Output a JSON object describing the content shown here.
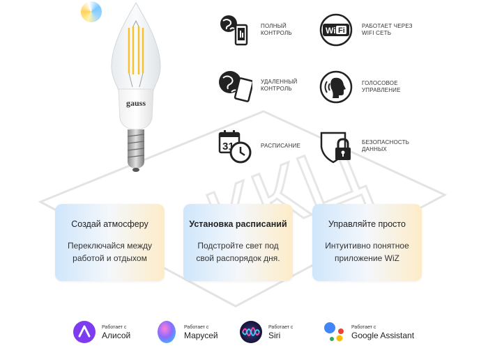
{
  "bulb": {
    "brand": "gauss"
  },
  "features": [
    {
      "icon": "globe-phone-icon",
      "label_1": "ПОЛНЫЙ",
      "label_2": "КОНТРОЛЬ"
    },
    {
      "icon": "wifi-icon",
      "label_1": "РАБОТАЕТ ЧЕРЕЗ",
      "label_2": "WIFI СЕТЬ"
    },
    {
      "icon": "globe-tablet-icon",
      "label_1": "УДАЛЕННЫЙ",
      "label_2": "КОНТРОЛЬ"
    },
    {
      "icon": "voice-icon",
      "label_1": "ГОЛОСОВОЕ",
      "label_2": "УПРАВЛЕНИЕ"
    },
    {
      "icon": "calendar-clock-icon",
      "label_1": "РАСПИСАНИЕ",
      "label_2": ""
    },
    {
      "icon": "shield-lock-icon",
      "label_1": "БЕЗОПАСНОСТЬ",
      "label_2": "ДАННЫХ"
    }
  ],
  "cards": [
    {
      "title": "Создай атмосферу",
      "text_1": "Переключайся между",
      "text_2": "работой и отдыхом"
    },
    {
      "title": "Установка расписаний",
      "text_1": "Подстройте свет под",
      "text_2": "свой распорядок дня."
    },
    {
      "title": "Управляйте просто",
      "text_1": "Интуитивно понятное",
      "text_2": "приложение WiZ"
    }
  ],
  "assistants": [
    {
      "icon": "alice-icon",
      "small": "Работает с",
      "name": "Алисой"
    },
    {
      "icon": "marusya-icon",
      "small": "Работает с",
      "name": "Марусей"
    },
    {
      "icon": "siri-icon",
      "small": "Работает с",
      "name": "Siri"
    },
    {
      "icon": "google-assistant-icon",
      "small": "Работает с",
      "name": "Google Assistant"
    }
  ],
  "watermark": "ККЦ",
  "colors": {
    "card_left": "#cfe6fb",
    "card_right": "#fdecc8",
    "alice": "#7d3cf0",
    "marusya": "#5a7dff"
  }
}
